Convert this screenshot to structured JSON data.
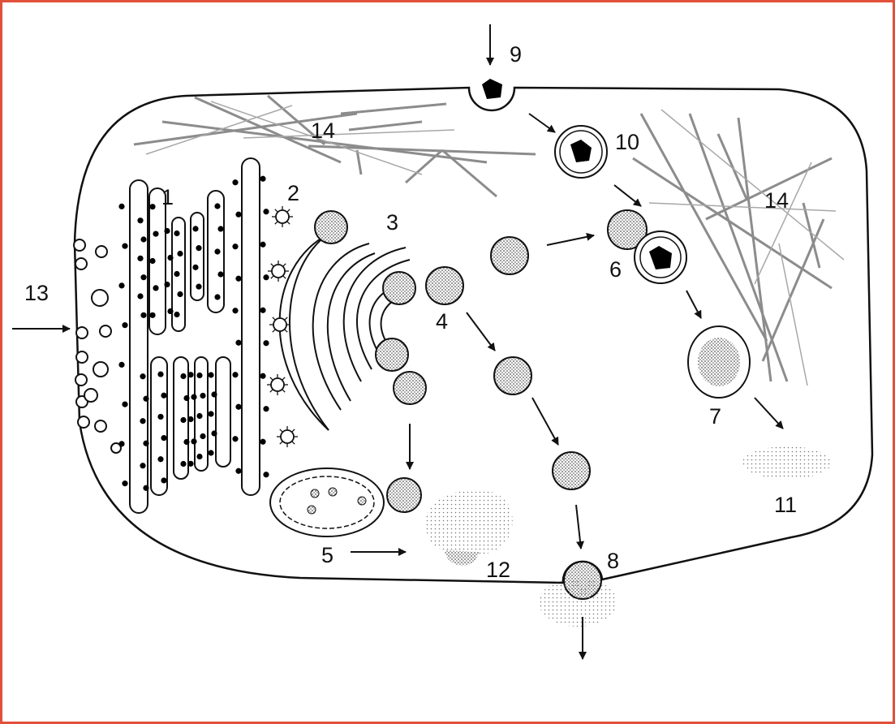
{
  "diagram": {
    "labels": {
      "n1": "1",
      "n2": "2",
      "n3": "3",
      "n4": "4",
      "n5": "5",
      "n6": "6",
      "n7": "7",
      "n8": "8",
      "n9": "9",
      "n10": "10",
      "n11": "11",
      "n12": "12",
      "n13": "13",
      "n14a": "14",
      "n14b": "14"
    }
  },
  "colors": {
    "frame": "#e0503a",
    "outline": "#111111",
    "filament": "#8c8c8c",
    "vesicle_fill": "#c4c4c4",
    "ribosome": "#000000"
  }
}
